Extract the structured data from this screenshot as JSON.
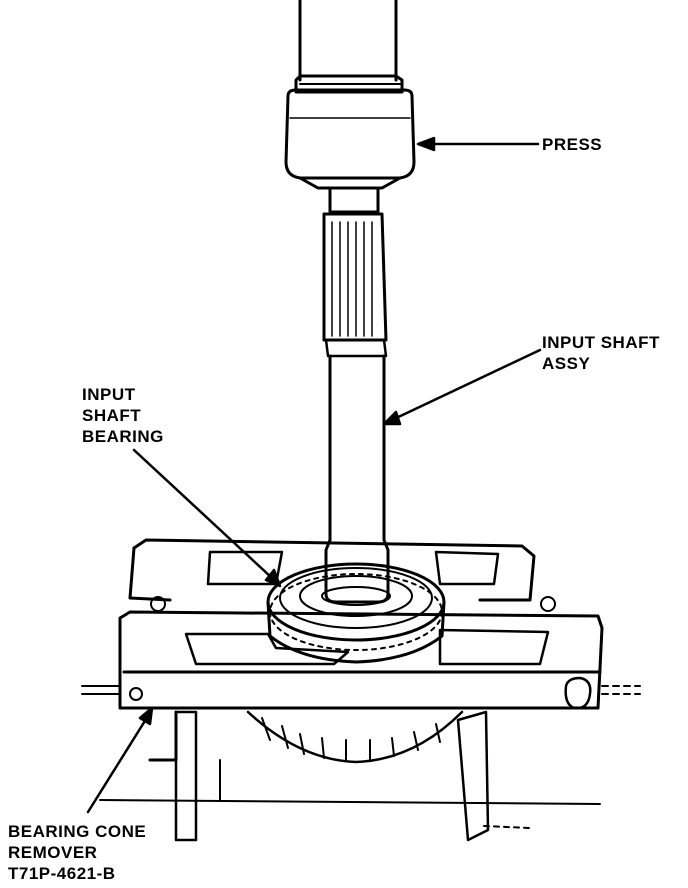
{
  "labels": {
    "press": "PRESS",
    "input_shaft_assy": [
      "INPUT SHAFT",
      "ASSY"
    ],
    "input_shaft_bearing": [
      "INPUT",
      "SHAFT",
      "BEARING"
    ],
    "bearing_cone_remover": [
      "BEARING CONE",
      "REMOVER",
      "T71P-4621-B"
    ]
  },
  "colors": {
    "ink": "#000000",
    "paper": "#ffffff"
  }
}
